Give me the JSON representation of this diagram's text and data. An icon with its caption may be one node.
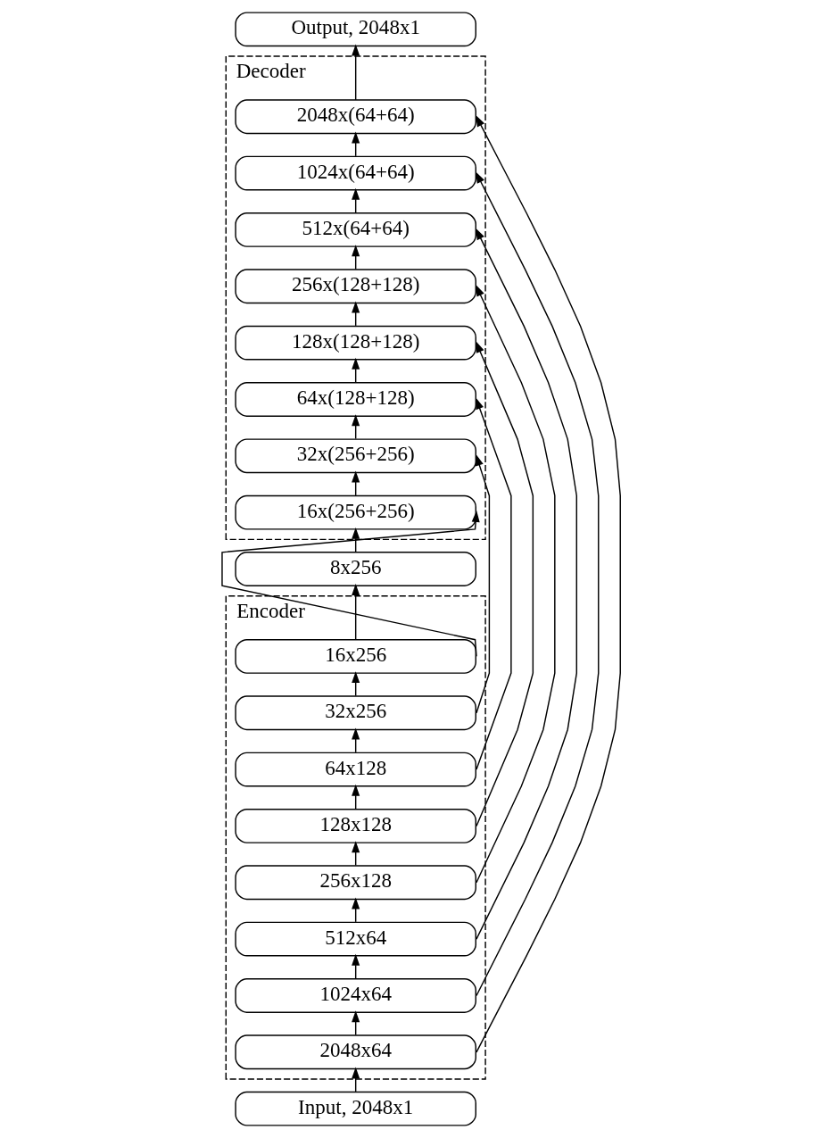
{
  "diagram": {
    "nodes": [
      {
        "text": [
          "Output, 2048x1"
        ]
      },
      {
        "text": [
          "Decoder"
        ]
      },
      {
        "text": [
          "2048x(64+64)"
        ],
        "in": 1
      },
      {
        "text": [
          "1024x(64+64)"
        ],
        "in": 1
      },
      {
        "text": [
          "512x(64+64)"
        ],
        "in": 1
      },
      {
        "text": [
          "256x(128+128)"
        ],
        "in": 1
      },
      {
        "text": [
          "128x(128+128)"
        ],
        "in": 1
      },
      {
        "text": [
          "64x(128+128)"
        ],
        "in": 1
      },
      {
        "text": [
          "32x(256+256)"
        ],
        "in": 1
      },
      {
        "text": [
          "16x(256+256)"
        ],
        "in": 1
      },
      {
        "text": [
          "8x256"
        ]
      },
      {
        "text": [
          "Encoder"
        ]
      },
      {
        "text": [
          "16x256"
        ],
        "in": 11
      },
      {
        "text": [
          "32x256"
        ],
        "in": 11
      },
      {
        "text": [
          "64x128"
        ],
        "in": 11
      },
      {
        "text": [
          "128x128"
        ],
        "in": 11
      },
      {
        "text": [
          "256x128"
        ],
        "in": 11
      },
      {
        "text": [
          "512x64"
        ],
        "in": 11
      },
      {
        "text": [
          "1024x64"
        ],
        "in": 11
      },
      {
        "text": [
          "2048x64"
        ],
        "in": 11
      },
      {
        "text": [
          "Input, 2048x1"
        ]
      }
    ],
    "edges": [
      {
        "from": 20,
        "to": 19,
        "arrow": "to"
      },
      {
        "from": 19,
        "to": 18,
        "arrow": "to"
      },
      {
        "from": 18,
        "to": 17,
        "arrow": "to"
      },
      {
        "from": 17,
        "to": 16,
        "arrow": "to"
      },
      {
        "from": 16,
        "to": 15,
        "arrow": "to"
      },
      {
        "from": 15,
        "to": 14,
        "arrow": "to"
      },
      {
        "from": 14,
        "to": 13,
        "arrow": "to"
      },
      {
        "from": 13,
        "to": 12,
        "arrow": "to"
      },
      {
        "from": 12,
        "to": 10,
        "arrow": "to"
      },
      {
        "from": 10,
        "to": 9,
        "arrow": "to"
      },
      {
        "from": 9,
        "to": 8,
        "arrow": "to"
      },
      {
        "from": 8,
        "to": 7,
        "arrow": "to"
      },
      {
        "from": 7,
        "to": 6,
        "arrow": "to"
      },
      {
        "from": 6,
        "to": 5,
        "arrow": "to"
      },
      {
        "from": 5,
        "to": 4,
        "arrow": "to"
      },
      {
        "from": 4,
        "to": 3,
        "arrow": "to"
      },
      {
        "from": 3,
        "to": 2,
        "arrow": "to"
      },
      {
        "from": 2,
        "to": 0,
        "arrow": "to"
      },
      {
        "from": 12,
        "to": 9,
        "arrow": "to"
      },
      {
        "from": 13,
        "to": 8,
        "arrow": "to"
      },
      {
        "from": 14,
        "to": 7,
        "arrow": "to"
      },
      {
        "from": 15,
        "to": 6,
        "arrow": "to"
      },
      {
        "from": 16,
        "to": 5,
        "arrow": "to"
      },
      {
        "from": 17,
        "to": 4,
        "arrow": "to"
      },
      {
        "from": 18,
        "to": 3,
        "arrow": "to"
      },
      {
        "from": 19,
        "to": 2,
        "arrow": "to"
      }
    ]
  }
}
